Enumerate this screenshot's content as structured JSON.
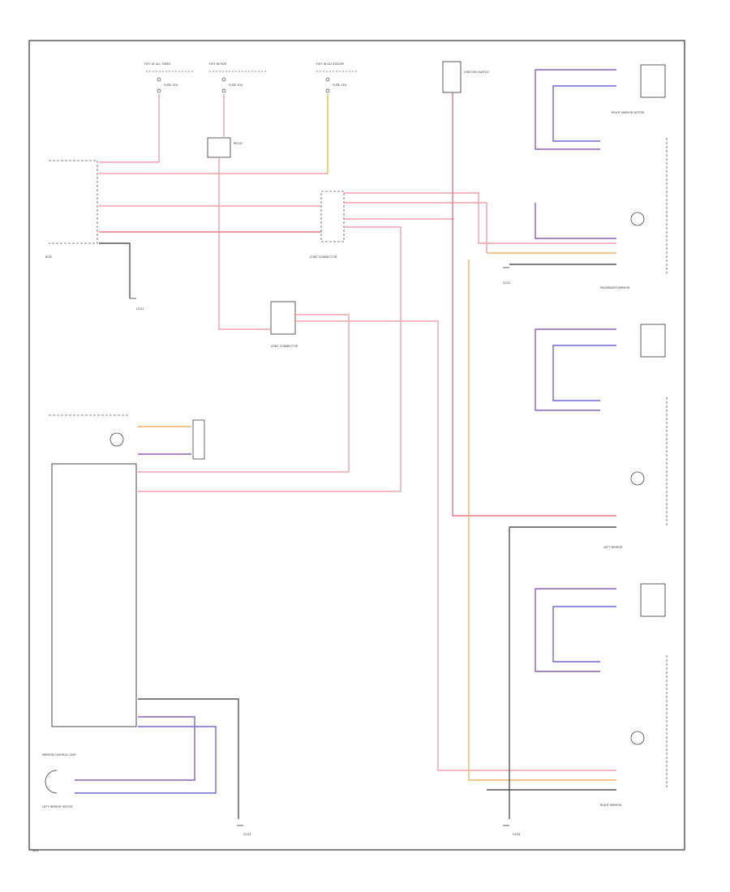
{
  "colors": {
    "red": "#f0a0a8",
    "dark_red": "#e07a86",
    "purple": "#8e5db8",
    "blue": "#6b6bd6",
    "orange": "#f3b26a",
    "yellow": "#e9c24a",
    "gray": "#555555",
    "black": "#222222"
  },
  "fuses": [
    {
      "title": "HOT AT ALL TIMES",
      "fuse": "FUSE 15A"
    },
    {
      "title": "HOT IN RUN",
      "fuse": "FUSE 10A"
    },
    {
      "title": "HOT IN ACCESSORY",
      "fuse": "FUSE 15A"
    }
  ],
  "labels": {
    "relay_label": "RELAY",
    "left_dash_label": "BCM",
    "junction_1": "JOINT CONNECTOR",
    "junction_2": "JOINT CONNECTOR",
    "top_switch_label": "IGNITION SWITCH",
    "left_module_label": "MIRROR CONTROL UNIT",
    "left_mirror_motor_label": "LEFT MIRROR MOTOR",
    "right_mirror_upper": "RIGHT MIRROR MOTOR",
    "passenger_mirror": "PASSENGER MIRROR",
    "left_mirror_right": "LEFT MIRROR",
    "right_mirror_lower": "RIGHT MIRROR",
    "ground_1": "G101",
    "ground_2": "G102",
    "ground_3": "G103",
    "ground_4": "G104",
    "footer": "W/D"
  }
}
